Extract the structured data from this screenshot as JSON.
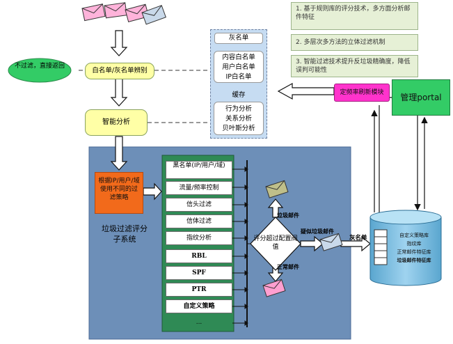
{
  "notes": [
    "1. 基于规则库的评分技术，多方面分析邮件特征",
    "2. 多层次多方法的立体过滤机制",
    "3. 智能过滤技术提升反垃圾精确度，降低误判可能性"
  ],
  "not_filtered": "不过滤，直接返回",
  "whitelist_check": "白名单/灰名单辨别",
  "smart_analysis": "智能分析",
  "cache_panel": {
    "greylist": "灰名单",
    "whitelists": [
      "内容白名单",
      "用户白名单",
      "IP白名单"
    ],
    "cache": "缓存",
    "analyses": [
      "行为分析",
      "关系分析",
      "贝叶斯分析"
    ]
  },
  "policy_box": "根据IP/用户/域使用不同的过滤策略",
  "subsystem_label": "垃圾过滤评分子系统",
  "filters": [
    "黑名单(IP/用户/域)",
    "流量/频率控制",
    "信头过滤",
    "信体过滤",
    "指纹分析",
    "RBL",
    "SPF",
    "PTR",
    "自定义策略",
    "..."
  ],
  "threshold": "评分超过配置阀值",
  "spam_label": "垃圾邮件",
  "normal_label": "正常邮件",
  "suspected_label": "疑似垃圾邮件",
  "greylist_label": "灰名单",
  "refresh_module": "定频率刷新模块",
  "portal": "管理portal",
  "database": [
    "自定义策略库",
    "指纹库",
    "正常邮件特征库",
    "垃圾邮件特征库"
  ]
}
